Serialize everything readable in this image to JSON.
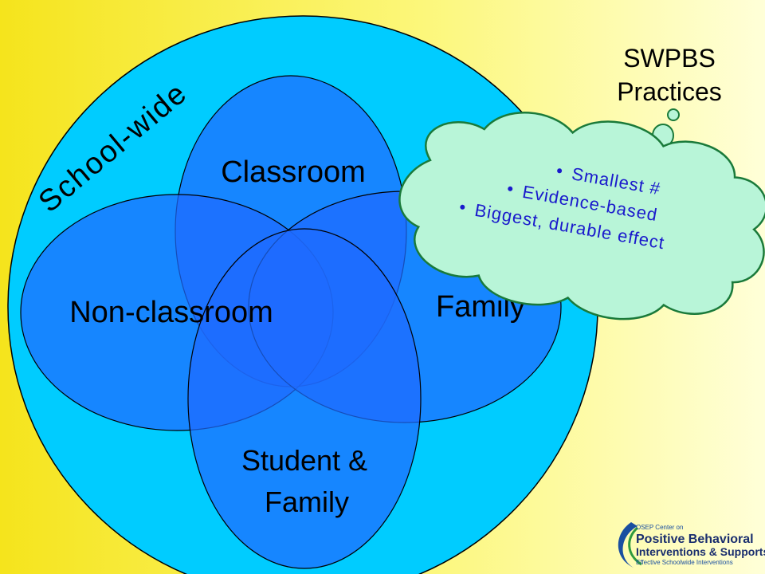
{
  "diagram": {
    "outer_label": "School-wide",
    "circles": {
      "classroom": "Classroom",
      "non_classroom": "Non-classroom",
      "family": "Family",
      "student_family_line1": "Student &",
      "student_family_line2": "Family"
    }
  },
  "callout": {
    "title_line1": "SWPBS",
    "title_line2": "Practices",
    "bullets": [
      "Smallest #",
      "Evidence-based",
      "Biggest, durable effect"
    ]
  },
  "logo": {
    "line1": "OSEP Center on",
    "line2": "Positive Behavioral",
    "line3": "Interventions & Supports",
    "line4": "Effective Schoolwide Interventions"
  },
  "colors": {
    "background_start": "#F7E930",
    "background_end": "#FFFFE0",
    "outer_circle": "#00CCFF",
    "inner_ellipse": "#1E70FF",
    "cloud_fill": "#B8F5D8",
    "cloud_stroke": "#1A7A3A",
    "bullet_text": "#1A1ACC"
  }
}
